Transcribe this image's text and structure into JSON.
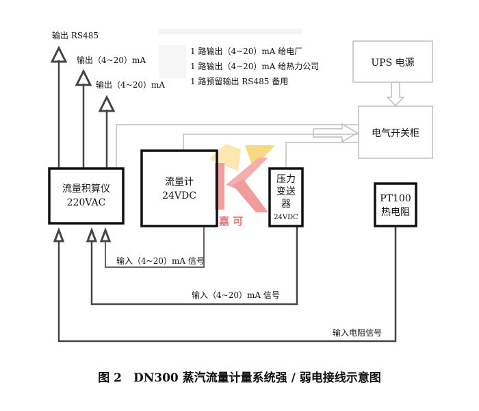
{
  "outputs": {
    "rs485": "输出 RS485",
    "ma1": "输出（4~20）mA",
    "ma2": "输出（4~20）mA"
  },
  "notes": [
    "1 路输出（4~20）mA 给电厂",
    "1 路输出（4~20）mA 给热力公司",
    "1 路预留输出 RS485 备用"
  ],
  "boxes": {
    "ups": "UPS 电源",
    "cabinet": "电气开关柜",
    "totalizer": [
      "流量积算仪",
      "220VAC"
    ],
    "flowmeter": [
      "流量计",
      "24VDC"
    ],
    "pressure": [
      "压力",
      "变送",
      "器",
      "24VDC"
    ],
    "pt100": [
      "PT100",
      "热电阻"
    ]
  },
  "inputs": {
    "signal1": "输入（4~20）mA 信号",
    "signal2": "输入（4~20）mA 信号",
    "resistance": "输入电阻信号"
  },
  "watermark": "嘉 可",
  "caption": "图 2　DN300 蒸汽流量计量系统强 / 弱电接线示意图"
}
